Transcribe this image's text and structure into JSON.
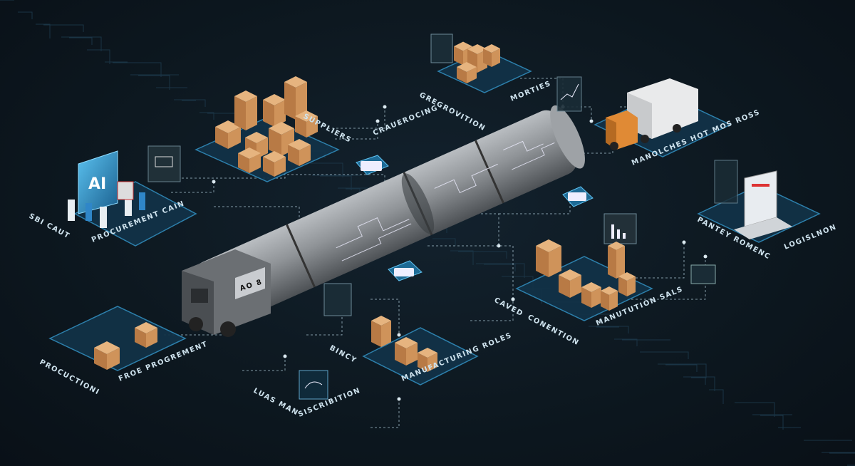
{
  "labels": {
    "ai_screen": "AI",
    "locomotive_plate": "AO 8",
    "sbi_caut": "SBI CAUT",
    "procurement_cain": "PROCUREMENT CAIN",
    "suppliers": "SUPPLIERS",
    "craueroting": "CRAUEROCING",
    "gregrovition": "GREGROVITION",
    "morties": "MORTIES",
    "manolches": "MANOLCHES HOT MOS ROSS",
    "pantey_romenc": "PANTEY ROMENC",
    "logislnon": "LOGISLNON",
    "caved": "CAVED",
    "conention": "CONENTION",
    "manutution_sals": "MANUTUTION SALS",
    "procuctioni": "PROCUCTIONI",
    "froe_progrement": "FROE PROGREMENT",
    "bincy": "BINCY",
    "manufacturing_roles": "MANUFACTURING ROLES",
    "luas_man": "LUAS MAN",
    "siscribition": "SISCRIBITION"
  },
  "colors": {
    "background": "#0d1820",
    "platform": "#123247",
    "platform_edge": "#2f86b4",
    "box": "#d49a62",
    "pipeline": "#8e9296",
    "truck_cab": "#e08a35",
    "accent": "#3aa3d8"
  },
  "icons": [
    "ai-screen-icon",
    "cardboard-box-icon",
    "delivery-truck-icon",
    "laptop-icon",
    "bar-chart-icon",
    "server-chip-icon",
    "pipeline-icon",
    "locomotive-icon",
    "robot-arm-icon"
  ]
}
